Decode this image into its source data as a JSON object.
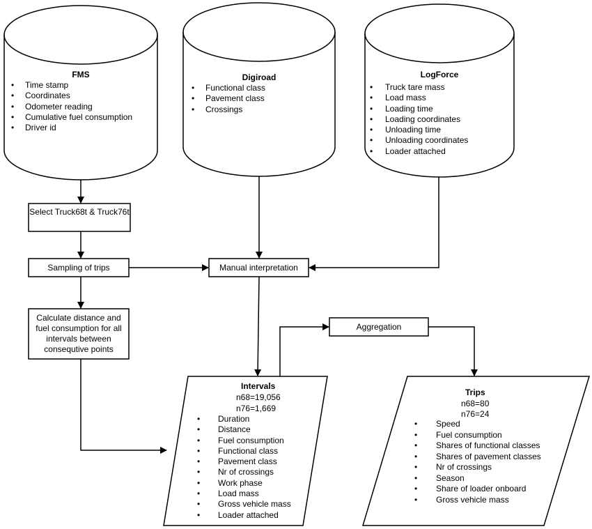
{
  "databases": {
    "fms": {
      "title": "FMS",
      "items": [
        "Time stamp",
        "Coordinates",
        "Odometer reading",
        "Cumulative fuel consumption",
        "Driver id"
      ]
    },
    "digiroad": {
      "title": "Digiroad",
      "items": [
        "Functional class",
        "Pavement class",
        "Crossings"
      ]
    },
    "logforce": {
      "title": "LogForce",
      "items": [
        "Truck tare mass",
        "Load mass",
        "Loading time",
        "Loading coordinates",
        "Unloading time",
        "Unloading coordinates",
        "Loader attached"
      ]
    }
  },
  "processes": {
    "select": "Select Truck68t & Truck76t",
    "sampling": "Sampling of trips",
    "calculate": "Calculate distance and fuel consumption for all intervals between consequtive points",
    "manual": "Manual interpretation",
    "aggregation": "Aggregation"
  },
  "outputs": {
    "intervals": {
      "title": "Intervals",
      "counts": [
        "n68=19,056",
        "n76=1,669"
      ],
      "items": [
        "Duration",
        "Distance",
        "Fuel consumption",
        "Functional class",
        "Pavement class",
        "Nr of crossings",
        "Work phase",
        "Load mass",
        "Gross vehicle mass",
        "Loader attached"
      ]
    },
    "trips": {
      "title": "Trips",
      "counts": [
        "n68=80",
        "n76=24"
      ],
      "items": [
        "Speed",
        "Fuel consumption",
        "Shares of functional classes",
        "Shares of pavement classes",
        "Nr of crossings",
        "Season",
        "Share of loader onboard",
        "Gross vehicle mass"
      ]
    }
  },
  "bullet_glyph": "•"
}
